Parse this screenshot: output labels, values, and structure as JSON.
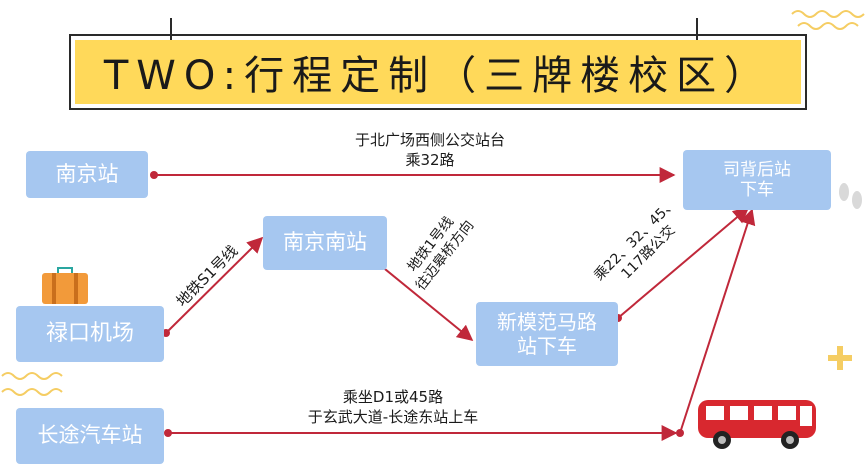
{
  "title": "TWO:行程定制（三牌楼校区）",
  "stations": {
    "nanjing": "南京站",
    "nanjing_south": "南京南站",
    "lukou_airport": "禄口机场",
    "xinmofan_line1": "新模范马路",
    "xinmofan_line2": "站下车",
    "long_distance": "长途汽车站",
    "dest_line1": "司背后站",
    "dest_line2": "下车"
  },
  "routes": {
    "top_line1": "于北广场西侧公交站台",
    "top_line2": "乘32路",
    "metro_s1": "地铁S1号线",
    "metro1_line1": "地铁1号线",
    "metro1_line2": "往迈皋桥方向",
    "bus_line1": "乘22、32、45、",
    "bus_line2": "117路公交",
    "bottom_line1": "乘坐D1或45路",
    "bottom_line2": "于玄武大道-长途东站上车"
  },
  "colors": {
    "station_fill": "#a6c7f0",
    "title_fill": "#ffd95a",
    "route_line": "#c0283a"
  }
}
